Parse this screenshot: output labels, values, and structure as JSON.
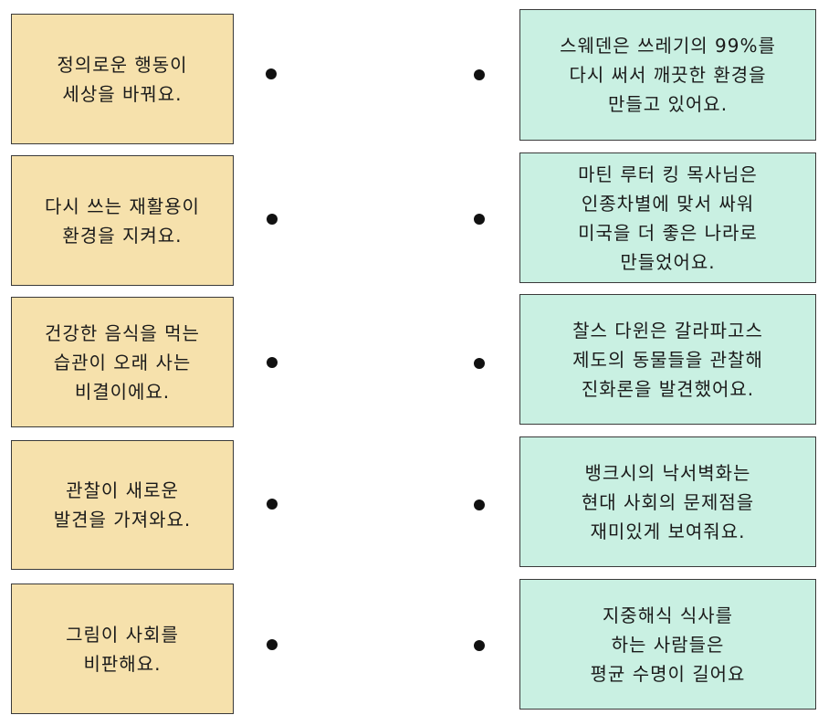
{
  "left_items": [
    {
      "text": "정의로운 행동이\n세상을 바꿔요."
    },
    {
      "text": "다시 쓰는 재활용이\n환경을 지켜요."
    },
    {
      "text": "건강한 음식을 먹는\n습관이 오래 사는\n비결이에요."
    },
    {
      "text": "관찰이 새로운\n발견을 가져와요."
    },
    {
      "text": "그림이 사회를\n비판해요."
    }
  ],
  "right_items": [
    {
      "text": "스웨덴은 쓰레기의 99%를\n다시 써서 깨끗한 환경을\n만들고 있어요."
    },
    {
      "text": "마틴 루터 킹 목사님은\n인종차별에 맞서 싸워\n미국을 더 좋은 나라로\n만들었어요."
    },
    {
      "text": "찰스 다윈은 갈라파고스\n제도의 동물들을 관찰해\n진화론을 발견했어요."
    },
    {
      "text": "뱅크시의 낙서벽화는\n현대 사회의 문제점을\n재미있게 보여줘요."
    },
    {
      "text": "지중해식 식사를\n하는 사람들은\n평균 수명이 길어요"
    }
  ],
  "colors": {
    "left_card": "#f6e1ac",
    "right_card": "#c9f0e2",
    "dot": "#111111"
  }
}
